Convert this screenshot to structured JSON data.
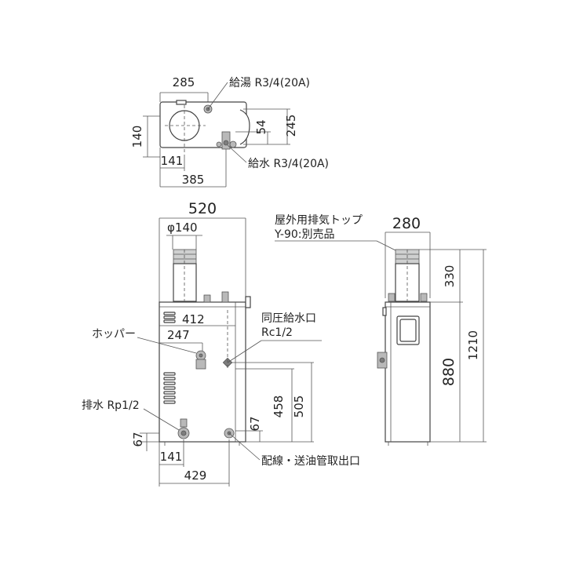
{
  "top_view": {
    "dim_width": "285",
    "dim_height": "140",
    "dim_141": "141",
    "dim_385": "385",
    "dim_54": "54",
    "dim_245": "245",
    "hot_water_label": "給湯 R3/4(20A)",
    "cold_water_label": "給水 R3/4(20A)"
  },
  "front_view": {
    "dim_width": "520",
    "dim_flue": "φ140",
    "dim_412": "412",
    "dim_247": "247",
    "dim_458": "458",
    "dim_505": "505",
    "dim_67_right": "67",
    "dim_67_left": "67",
    "dim_141": "141",
    "dim_429": "429",
    "hopper_label": "ホッパー",
    "same_pressure_label": "同圧給水口",
    "same_pressure_size": "Rc1/2",
    "drain_label": "排水 Rp1/2",
    "wiring_label": "配線・送油管取出口"
  },
  "side_view": {
    "dim_width": "280",
    "dim_330": "330",
    "dim_880": "880",
    "dim_1210": "1210",
    "exhaust_top_label": "屋外用排気トップ",
    "exhaust_top_model": "Y-90:別売品"
  }
}
